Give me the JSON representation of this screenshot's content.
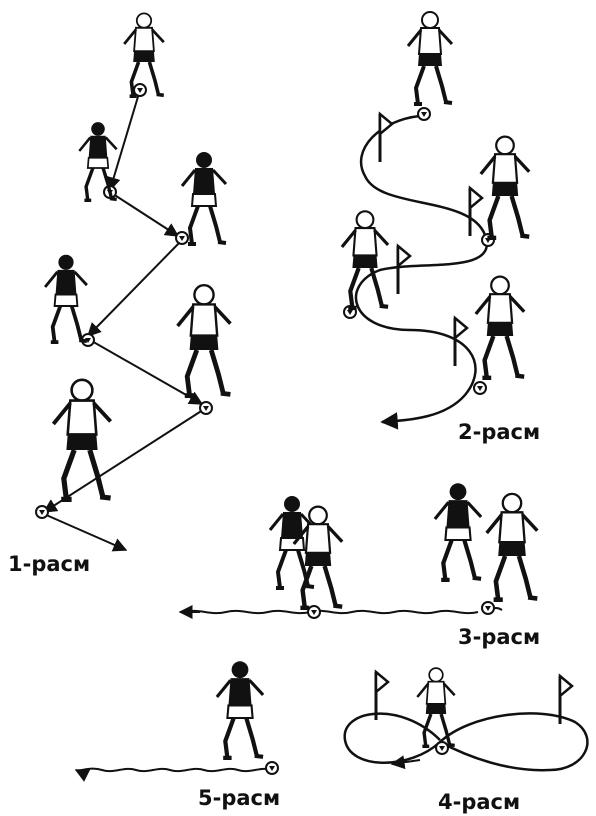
{
  "figures": [
    {
      "id": "fig1",
      "caption": "1-расм"
    },
    {
      "id": "fig2",
      "caption": "2-расм"
    },
    {
      "id": "fig3",
      "caption": "3-расм"
    },
    {
      "id": "fig4",
      "caption": "4-расм"
    },
    {
      "id": "fig5",
      "caption": "5-расм"
    }
  ],
  "colors": {
    "ink": "#111111",
    "paper": "#ffffff"
  }
}
